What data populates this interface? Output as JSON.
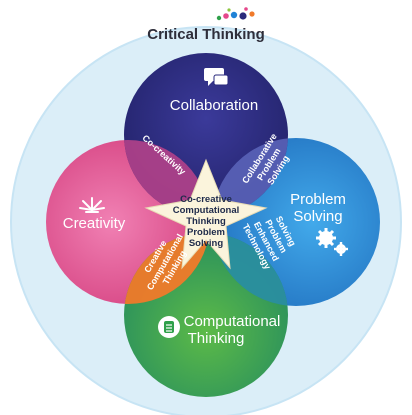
{
  "title": "Critical Thinking",
  "circles": {
    "collaboration": "Collaboration",
    "creativity": "Creativity",
    "problem_solving_1": "Problem",
    "problem_solving_2": "Solving",
    "computational_1": "Computational",
    "computational_2": "Thinking"
  },
  "overlaps": {
    "co_creativity": "Co-creativity",
    "collab_ps": [
      "Collaborative",
      "Problem",
      "Solving"
    ],
    "creative_ct": [
      "Creative",
      "Computational",
      "Thinking"
    ],
    "tech_ps": [
      "Technology",
      "Enhanced",
      "Problem",
      "Solving"
    ]
  },
  "center": [
    "Co-creative",
    "Computational",
    "Thinking",
    "Problem",
    "Solving"
  ],
  "colors": {
    "outer_ring": "#dbeef8",
    "collaboration": "#2a2a7c",
    "creativity": "#e5488b",
    "problem_solving": "#1f82d6",
    "computational": "#2fa04a",
    "center_star": "#fbf4dc"
  }
}
